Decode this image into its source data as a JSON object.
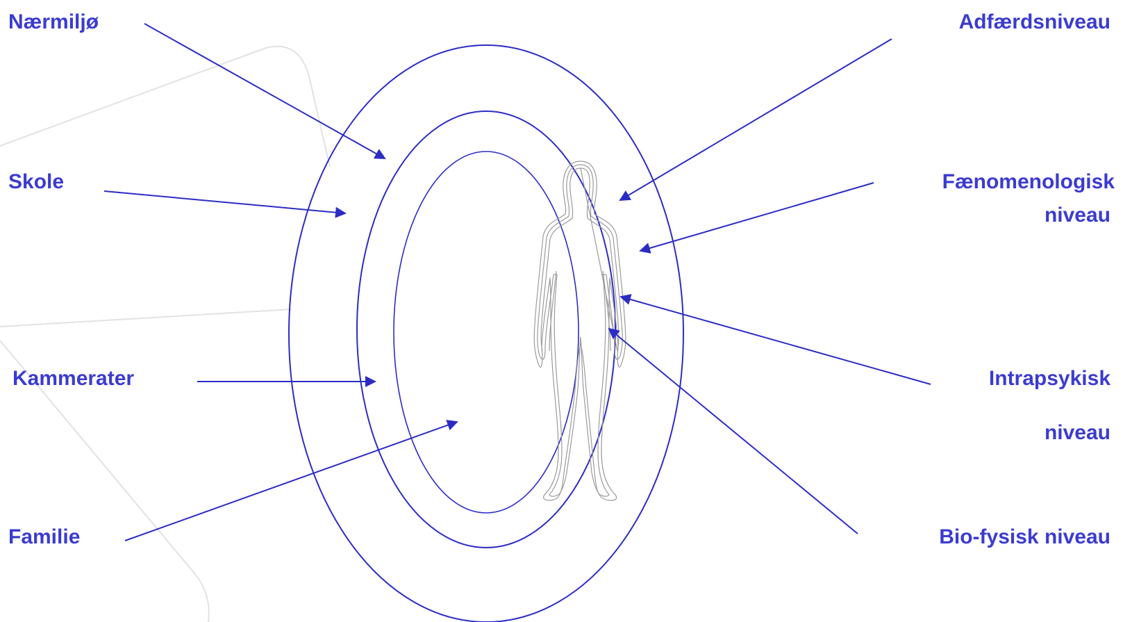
{
  "colors": {
    "text": "#3b3bd0",
    "lines": "#2c2cc4",
    "figure": "#9a9a9a",
    "background_lines": "#e2e2e2"
  },
  "labels": {
    "naermiljo": "Nærmiljø",
    "skole": "Skole",
    "kammerater": "Kammerater",
    "familie": "Familie",
    "adfaerdsniveau": "Adfærdsniveau",
    "faenomenologisk_line1": "Fænomenologisk",
    "faenomenologisk_line2": "niveau",
    "intrapsykisk_line1": "Intrapsykisk",
    "intrapsykisk_line2": "niveau",
    "biofysisk": "Bio-fysisk niveau"
  }
}
